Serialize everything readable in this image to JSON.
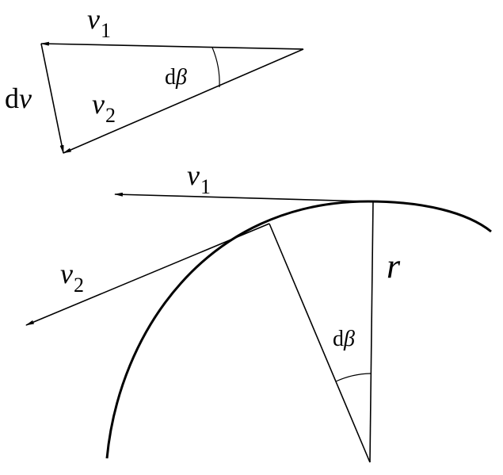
{
  "labels": {
    "v1_top": {
      "base": "v",
      "sub": "1"
    },
    "dv": {
      "pre": "d",
      "var": "v"
    },
    "v2_top": {
      "base": "v",
      "sub": "2"
    },
    "dbeta_top": {
      "pre": "d",
      "var": "β"
    },
    "v1_bottom": {
      "base": "v",
      "sub": "1"
    },
    "v2_bottom": {
      "base": "v",
      "sub": "2"
    },
    "r": "r",
    "dbeta_bottom": {
      "pre": "d",
      "var": "β"
    }
  }
}
